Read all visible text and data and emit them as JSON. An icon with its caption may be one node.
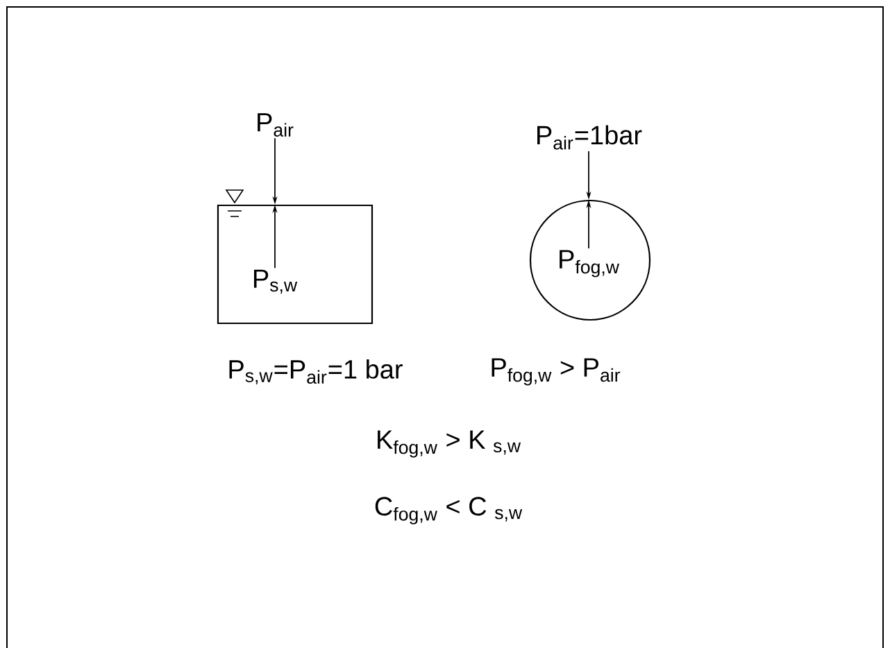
{
  "diagram": {
    "nodes": [
      {
        "text": [
          "P$_{air}$"
        ]
      },
      {
        "text": [],
        "shape": "box"
      },
      {
        "text": [
          "P$_{s,w}$"
        ],
        "in": 1
      },
      {
        "text": [
          "P$_{air}$=1bar"
        ]
      },
      {
        "text": [],
        "shape": "circle"
      },
      {
        "text": [
          "P$_{fog,w}$"
        ],
        "in": 4
      }
    ],
    "edges": [
      {
        "from": 0,
        "to": 1,
        "arrow": "to"
      },
      {
        "from": 2,
        "to": 1,
        "arrow": "to"
      },
      {
        "from": 3,
        "to": 4,
        "arrow": "to"
      },
      {
        "from": 5,
        "to": 4,
        "arrow": "to"
      }
    ],
    "labels": [
      "P$_{s,w}$=P$_{air}$=1 bar",
      "P$_{fog,w}$ > P$_{air}$",
      "K$_{fog,w}$ > K $_{s,w}$",
      "C$_{fog,w}$ < C $_{s,w}$"
    ]
  }
}
